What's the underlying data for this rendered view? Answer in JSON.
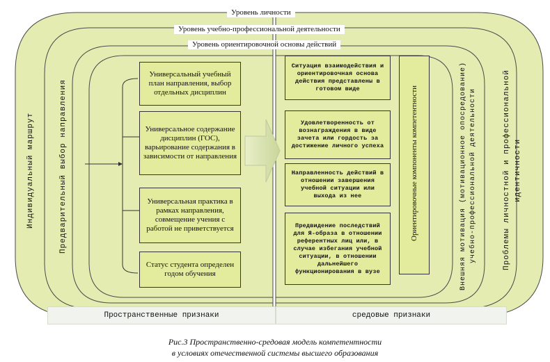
{
  "levels": {
    "personality": "Уровень личности",
    "educational_professional": "Уровень учебно-профессиональной деятельности",
    "orienting": "Уровень ориентировочной основы действий"
  },
  "left_verticals": {
    "outer": "Индивидуальный маршрут",
    "inner": "Предварительный выбор направления"
  },
  "left_boxes": [
    "Универсальный учебный план направления, выбор отдельных дисциплин",
    "Универсальное содержание дисциплин (ГОС), варьирование содержания в зависимости от направления",
    "Универсальная практика в рамках направления, совмещение учения с работой не приветствуется",
    "Статус студента определен годом обучения"
  ],
  "right_boxes": [
    "Ситуация взаимодействия и ориентировочная основа действия представлены в готовом виде",
    "Удовлетворенность от вознаграждения в виде зачета или гордость за достижение личного успеха",
    "Направленность действий в отношении завершения учебной ситуации или выхода из нее",
    "Предвидение последствий для Я-образа в отношении референтных лиц или, в случае избегания учебной ситуации, в отношении дальнейшего функционирования в вузе"
  ],
  "right_verticals": {
    "orienting_components": "Ориентировочные компоненты компетентности",
    "external_motivation": "Внешняя мотивация (мотивационное опосредование) учебно-профессиональной деятельности",
    "problems": "Проблемы личностной и профессиональной идентичности"
  },
  "footer": {
    "left": "Пространственные признаки",
    "right": "средовые признаки"
  },
  "caption": {
    "line1": "Рис.3  Пространственно-средовая модель компетентности",
    "line2": "в условиях отечественной системы высшего образования"
  },
  "colors": {
    "fill": "#e3ec9c",
    "fill_outer": "#dde8a8",
    "stroke": "#333333"
  }
}
